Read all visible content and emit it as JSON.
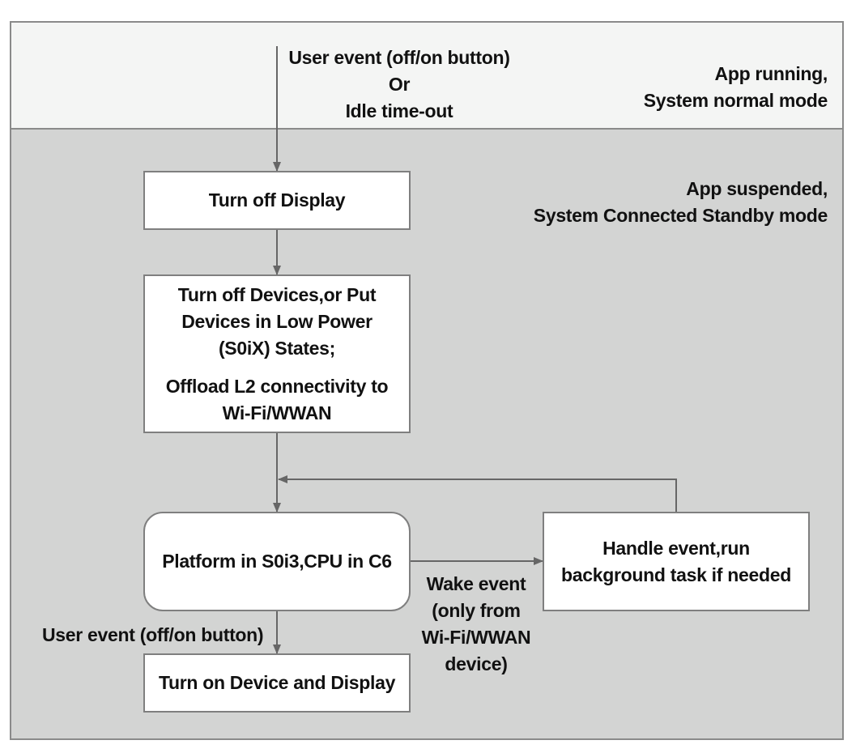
{
  "zones": {
    "running": {
      "line1": "App running,",
      "line2": "System normal mode"
    },
    "standby": {
      "line1": "App suspended,",
      "line2": "System Connected Standby mode"
    }
  },
  "top_event": {
    "line1": "User event (off/on button)",
    "line2": "Or",
    "line3": "Idle time-out"
  },
  "boxes": {
    "display_off": "Turn off Display",
    "devices": {
      "line1": "Turn off Devices,or Put",
      "line2": "Devices in Low Power",
      "line3": "(S0iX) States;",
      "line4": "Offload L2 connectivity to",
      "line5": "Wi-Fi/WWAN"
    },
    "platform": "Platform in S0i3,CPU in C6",
    "handle": {
      "line1": "Handle event,run",
      "line2": "background task if needed"
    },
    "turn_on": "Turn on Device and Display"
  },
  "edge_labels": {
    "user_event": "User event (off/on button)",
    "wake": {
      "line1": "Wake event",
      "line2": "(only from",
      "line3": "Wi-Fi/WWAN",
      "line4": "device)"
    }
  },
  "colors": {
    "top_zone": "#f4f5f4",
    "bottom_zone": "#d3d4d3",
    "border": "#8a8a8a",
    "arrow": "#666666"
  }
}
